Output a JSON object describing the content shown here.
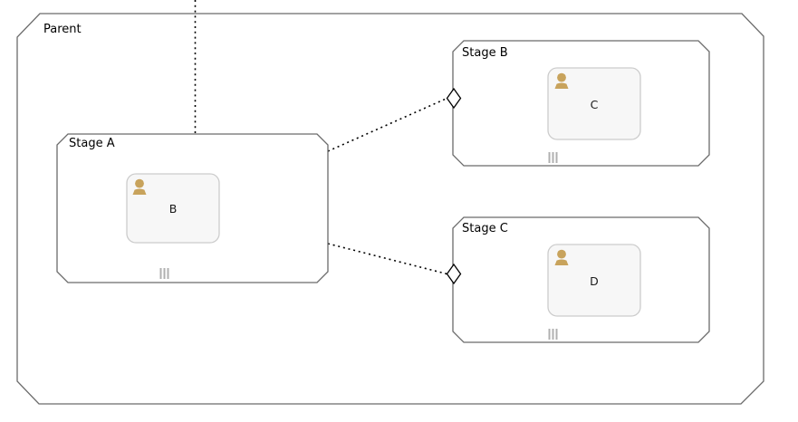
{
  "diagram": {
    "type": "stage-flow-diagram",
    "parent": {
      "label": "Parent"
    },
    "stages": [
      {
        "label": "Stage A",
        "node": {
          "label": "B",
          "icon": "person-icon"
        },
        "marker": "multi-instance-marker"
      },
      {
        "label": "Stage B",
        "node": {
          "label": "C",
          "icon": "person-icon"
        },
        "marker": "multi-instance-marker",
        "entry_marker": "diamond"
      },
      {
        "label": "Stage C",
        "node": {
          "label": "D",
          "icon": "person-icon"
        },
        "marker": "multi-instance-marker",
        "entry_marker": "diamond"
      }
    ],
    "connections": [
      {
        "from": "offscreen-top",
        "to": "Stage A",
        "style": "dotted"
      },
      {
        "from": "Stage A",
        "to": "Stage B",
        "style": "dotted",
        "end": "diamond"
      },
      {
        "from": "Stage A",
        "to": "Stage C",
        "style": "dotted",
        "end": "diamond"
      }
    ],
    "colors": {
      "background": "#ffffff",
      "container_border": "#6b6b6b",
      "node_fill": "#f7f7f7",
      "node_border": "#cccccc",
      "person_icon": "#c8a35c",
      "multi_instance_marker": "#b0b0b0",
      "connector": "#000000",
      "diamond_fill": "#ffffff",
      "label_text": "#000000"
    }
  }
}
